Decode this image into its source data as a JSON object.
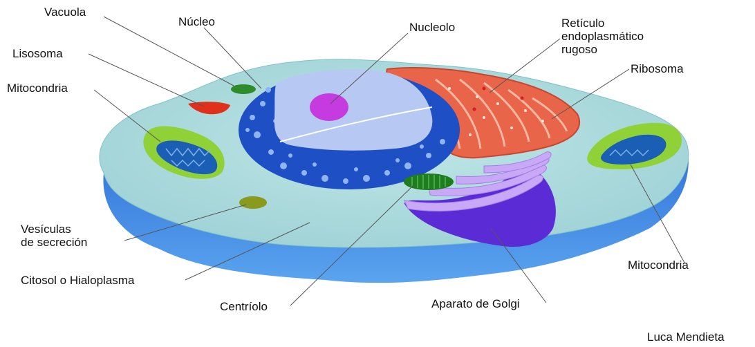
{
  "labels": {
    "vacuola": "Vacuola",
    "nucleo": "Núcleo",
    "lisosoma": "Lisosoma",
    "mitocondria_left": "Mitocondria",
    "nucleolo": "Nucleolo",
    "reticulo_1": "Retículo",
    "reticulo_2": "endoplasmático",
    "reticulo_3": "rugoso",
    "ribosoma": "Ribosoma",
    "vesiculas_1": "Vesículas",
    "vesiculas_2": "de secreción",
    "citosol": "Citosol o Hialoplasma",
    "centriolo": "Centríolo",
    "golgi": "Aparato de Golgi",
    "mitocondria_right": "Mitocondria"
  },
  "credit": "Luca Mendieta",
  "colors": {
    "cytoplasm_top": "#a9dcdc",
    "cell_side": "#3d86e0",
    "nuclear_envelope": "#1f4fc4",
    "nucleus_interior": "#b7c9f2",
    "nucleolus": "#c53be0",
    "rough_er": "#e9654a",
    "golgi": "#7a3fe0",
    "mitochondria_outer": "#8fd136",
    "mitochondria_inner": "#1a5fb4",
    "lysosome": "#e0301c",
    "vacuole": "#2f8c2a",
    "centriole": "#1e7d1e",
    "vesicle": "#8a9a1e"
  }
}
